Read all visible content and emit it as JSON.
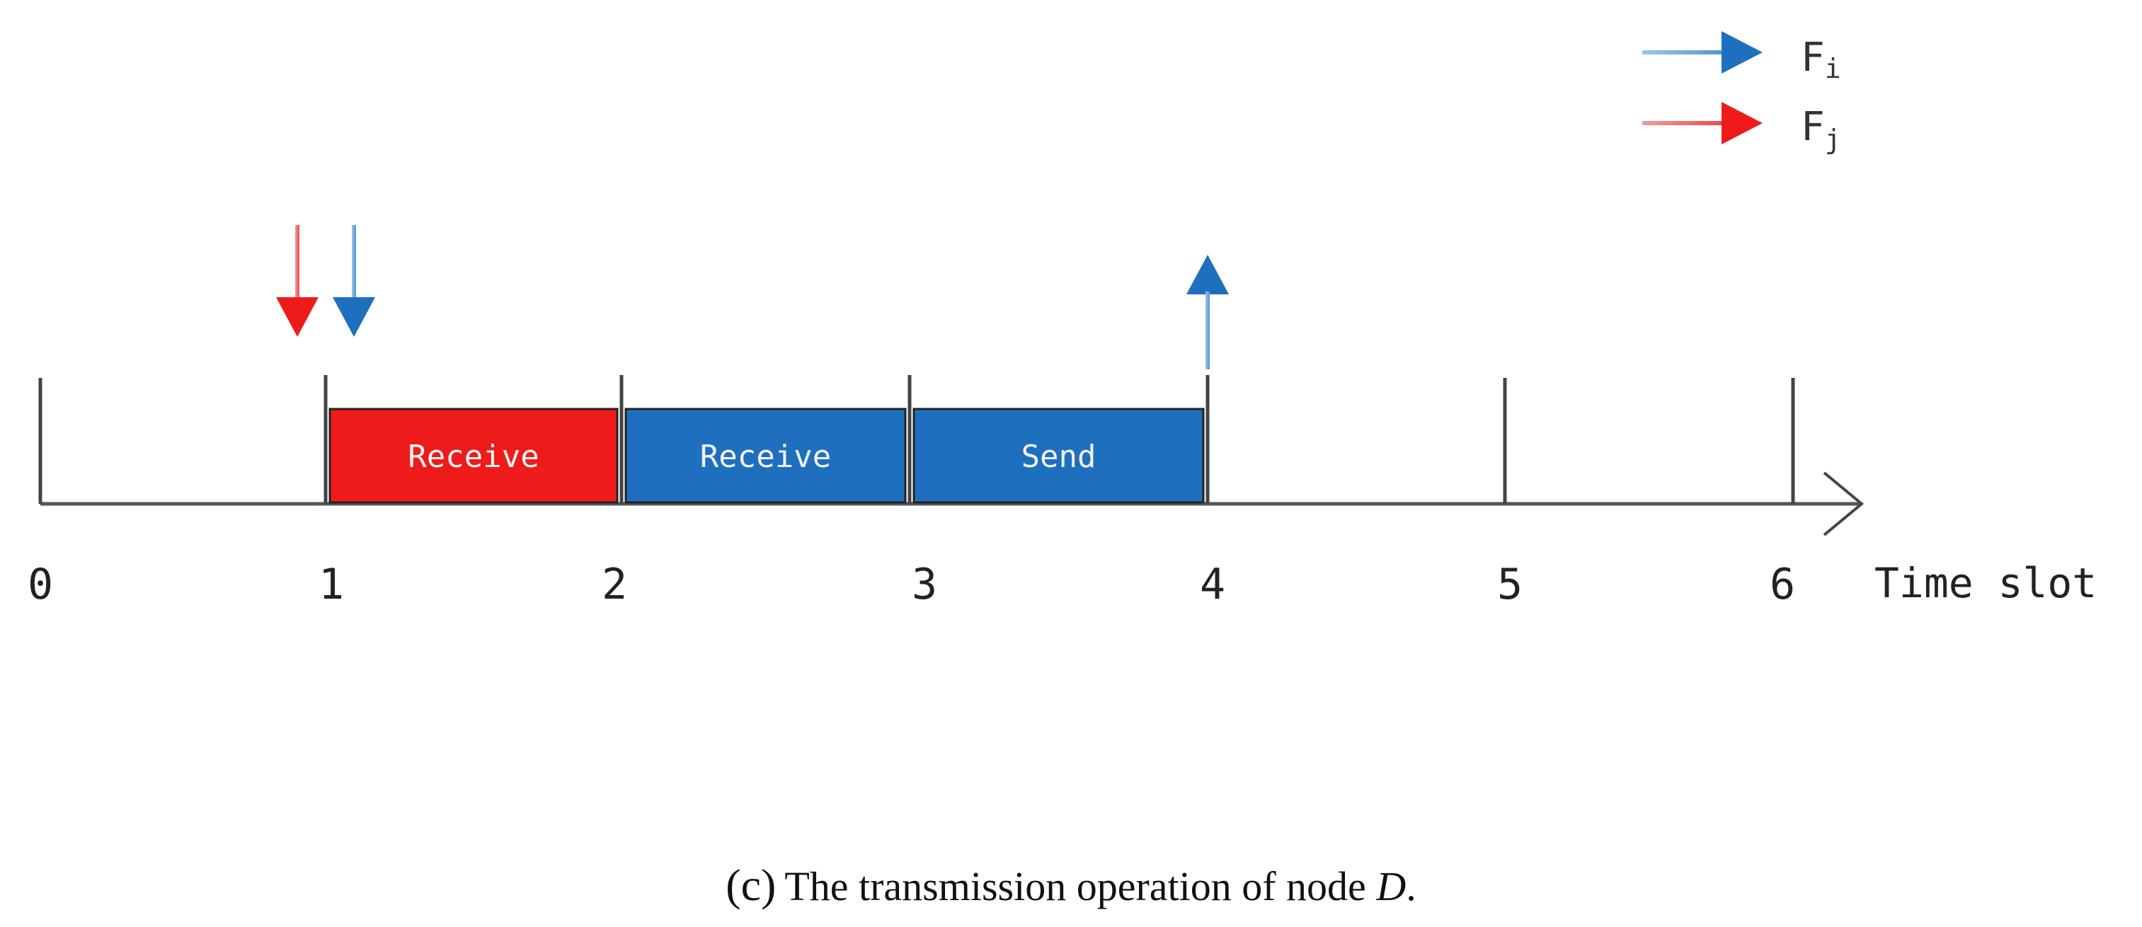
{
  "legend": {
    "items": [
      {
        "label": "F",
        "subscript": "i",
        "color": "#1f6fbf"
      },
      {
        "label": "F",
        "subscript": "j",
        "color": "#ef1b1b"
      }
    ]
  },
  "timeline": {
    "axis_label": "Time slot",
    "ticks": [
      "0",
      "1",
      "2",
      "3",
      "4",
      "5",
      "6"
    ],
    "blocks": [
      {
        "label": "Receive",
        "start": 1,
        "end": 2,
        "color": "#ef1b1b"
      },
      {
        "label": "Receive",
        "start": 2,
        "end": 3,
        "color": "#1f6fbf"
      },
      {
        "label": "Send",
        "start": 3,
        "end": 4,
        "color": "#1f6fbf"
      }
    ],
    "arrivals": [
      {
        "flow": "j",
        "slot": 1,
        "direction": "down",
        "color": "#ef1b1b"
      },
      {
        "flow": "i",
        "slot": 1,
        "direction": "down",
        "color": "#1f6fbf"
      },
      {
        "flow": "i",
        "slot": 4,
        "direction": "up",
        "color": "#1f6fbf"
      }
    ]
  },
  "caption": {
    "label": "(c)",
    "text_before": "The transmission operation of node ",
    "node": "D",
    "text_after": "."
  }
}
